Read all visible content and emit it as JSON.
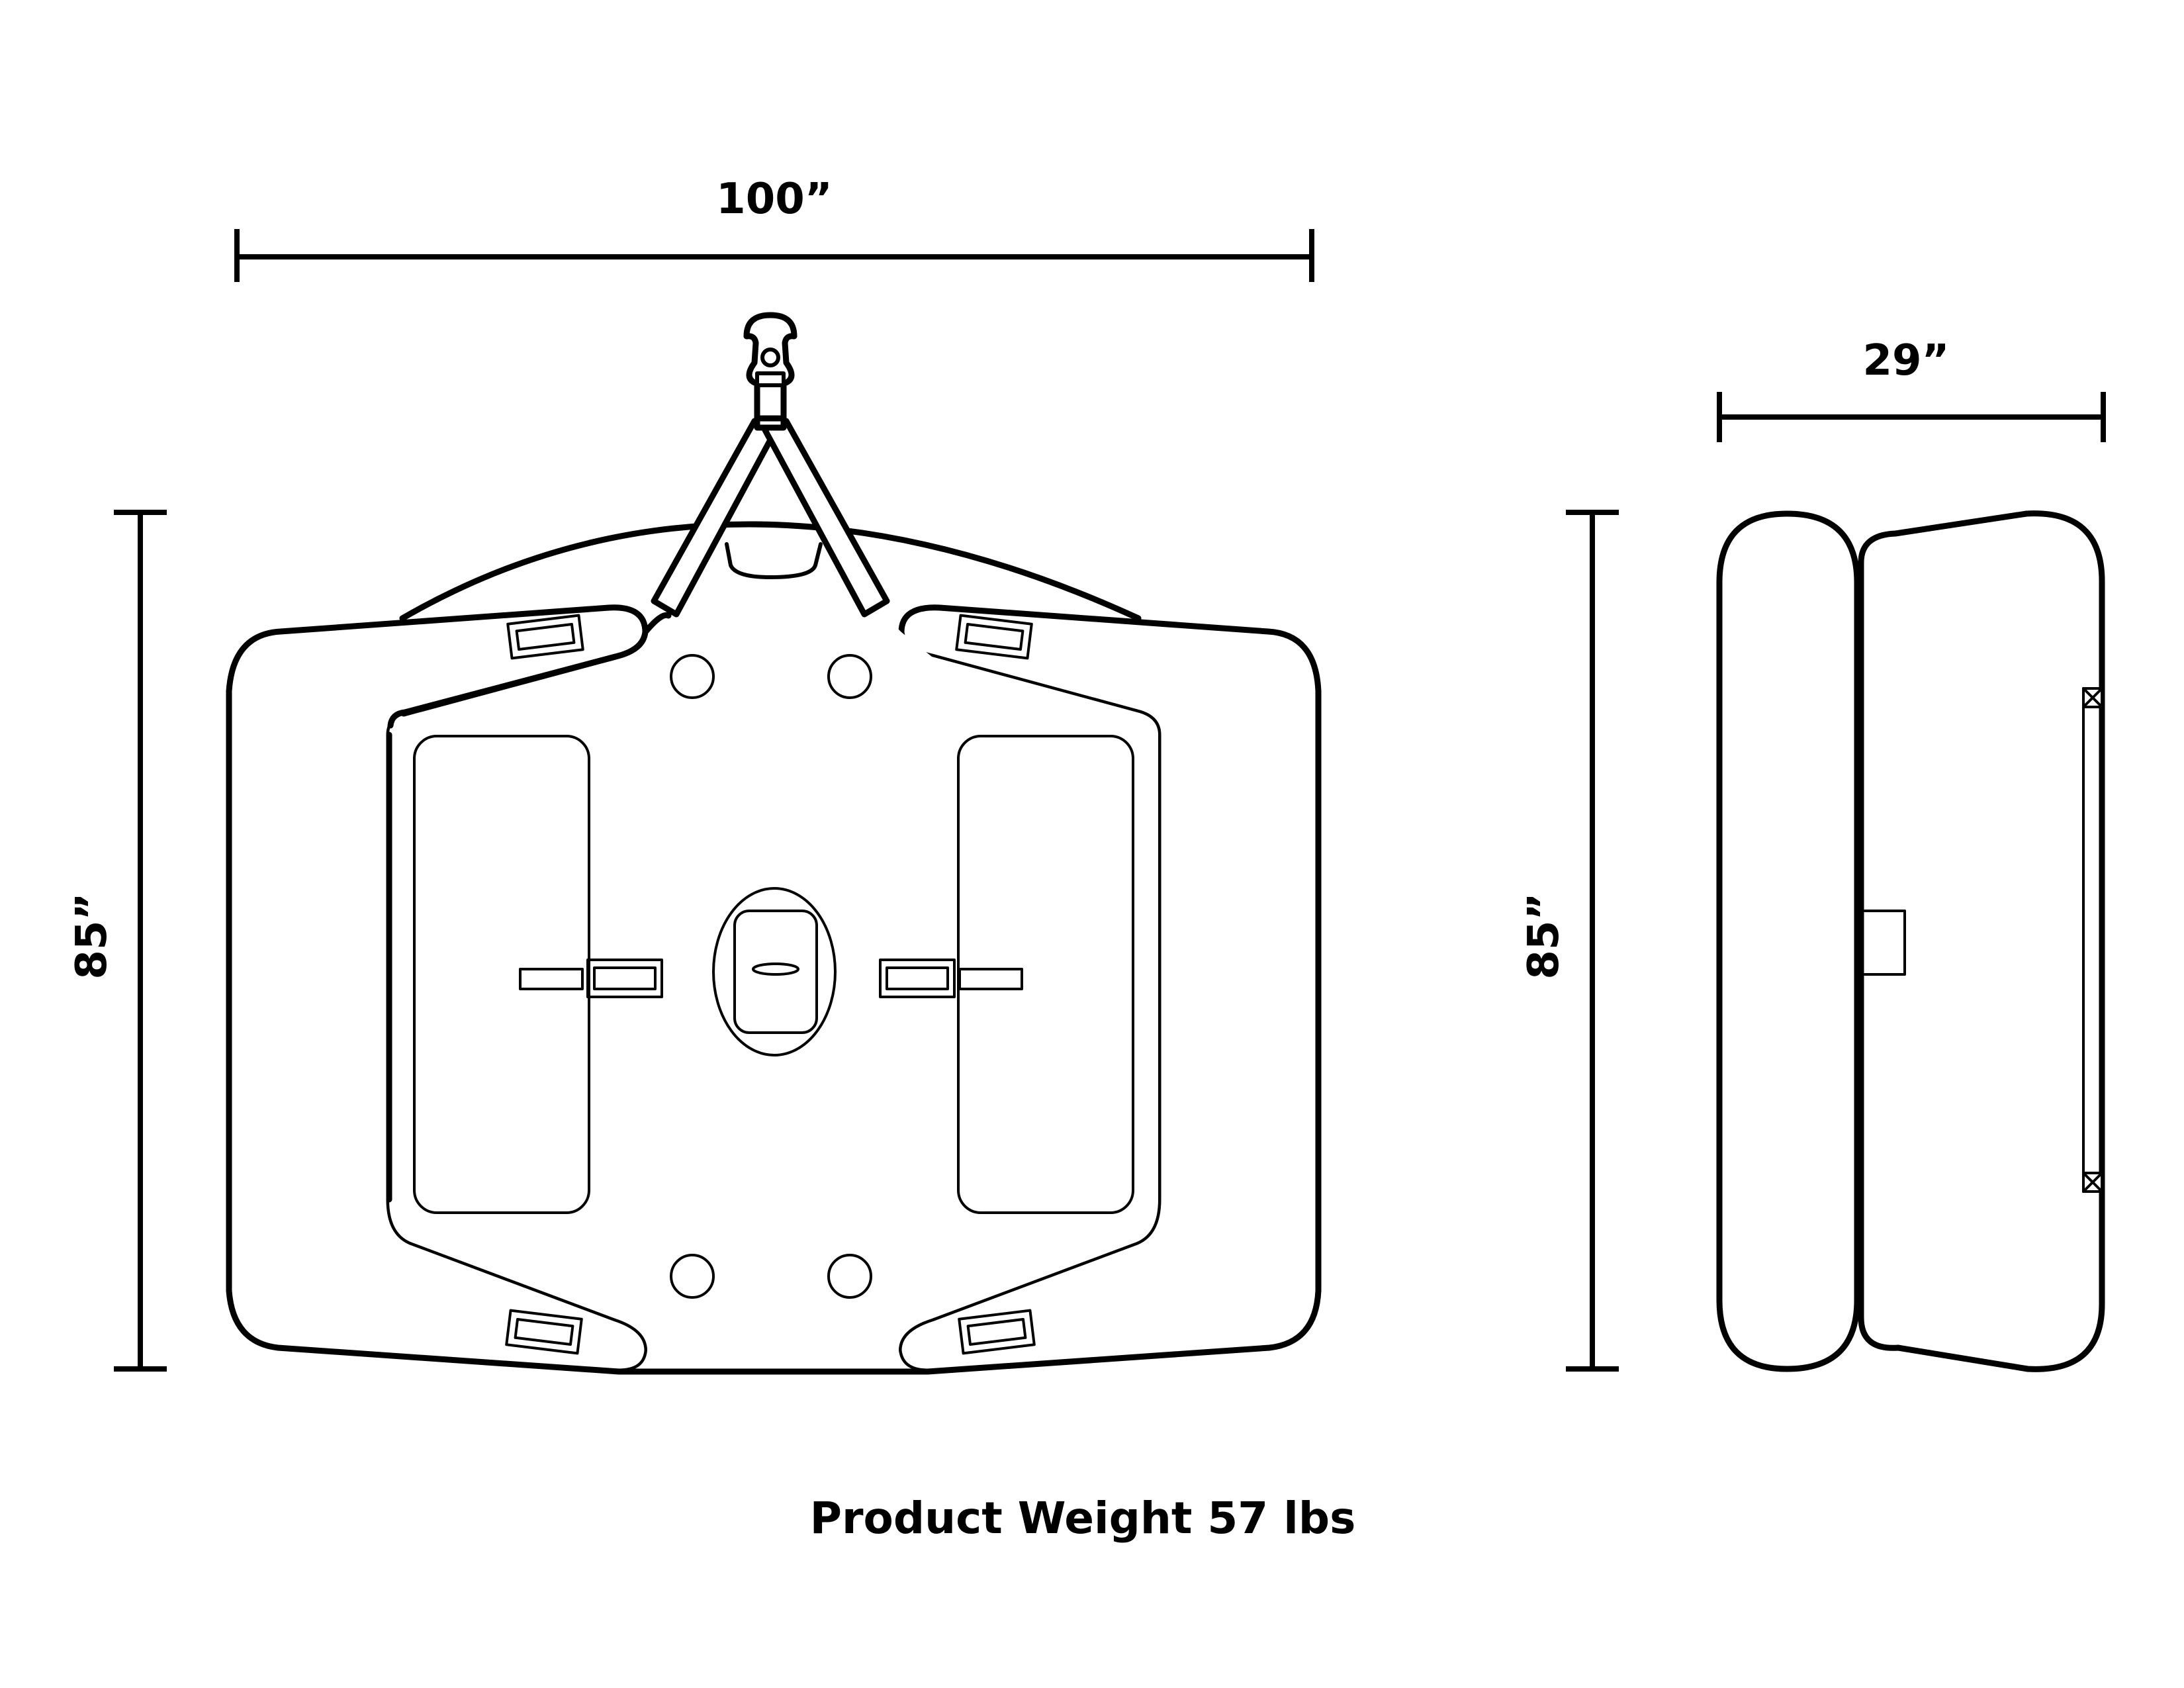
{
  "dimensions": {
    "width_label": "100”",
    "front_height_label": "85”",
    "side_height_label": "85”",
    "depth_label": "29”"
  },
  "footer": {
    "weight_label": "Product Weight 57 lbs"
  },
  "colors": {
    "line": "#000000",
    "background": "#ffffff"
  }
}
